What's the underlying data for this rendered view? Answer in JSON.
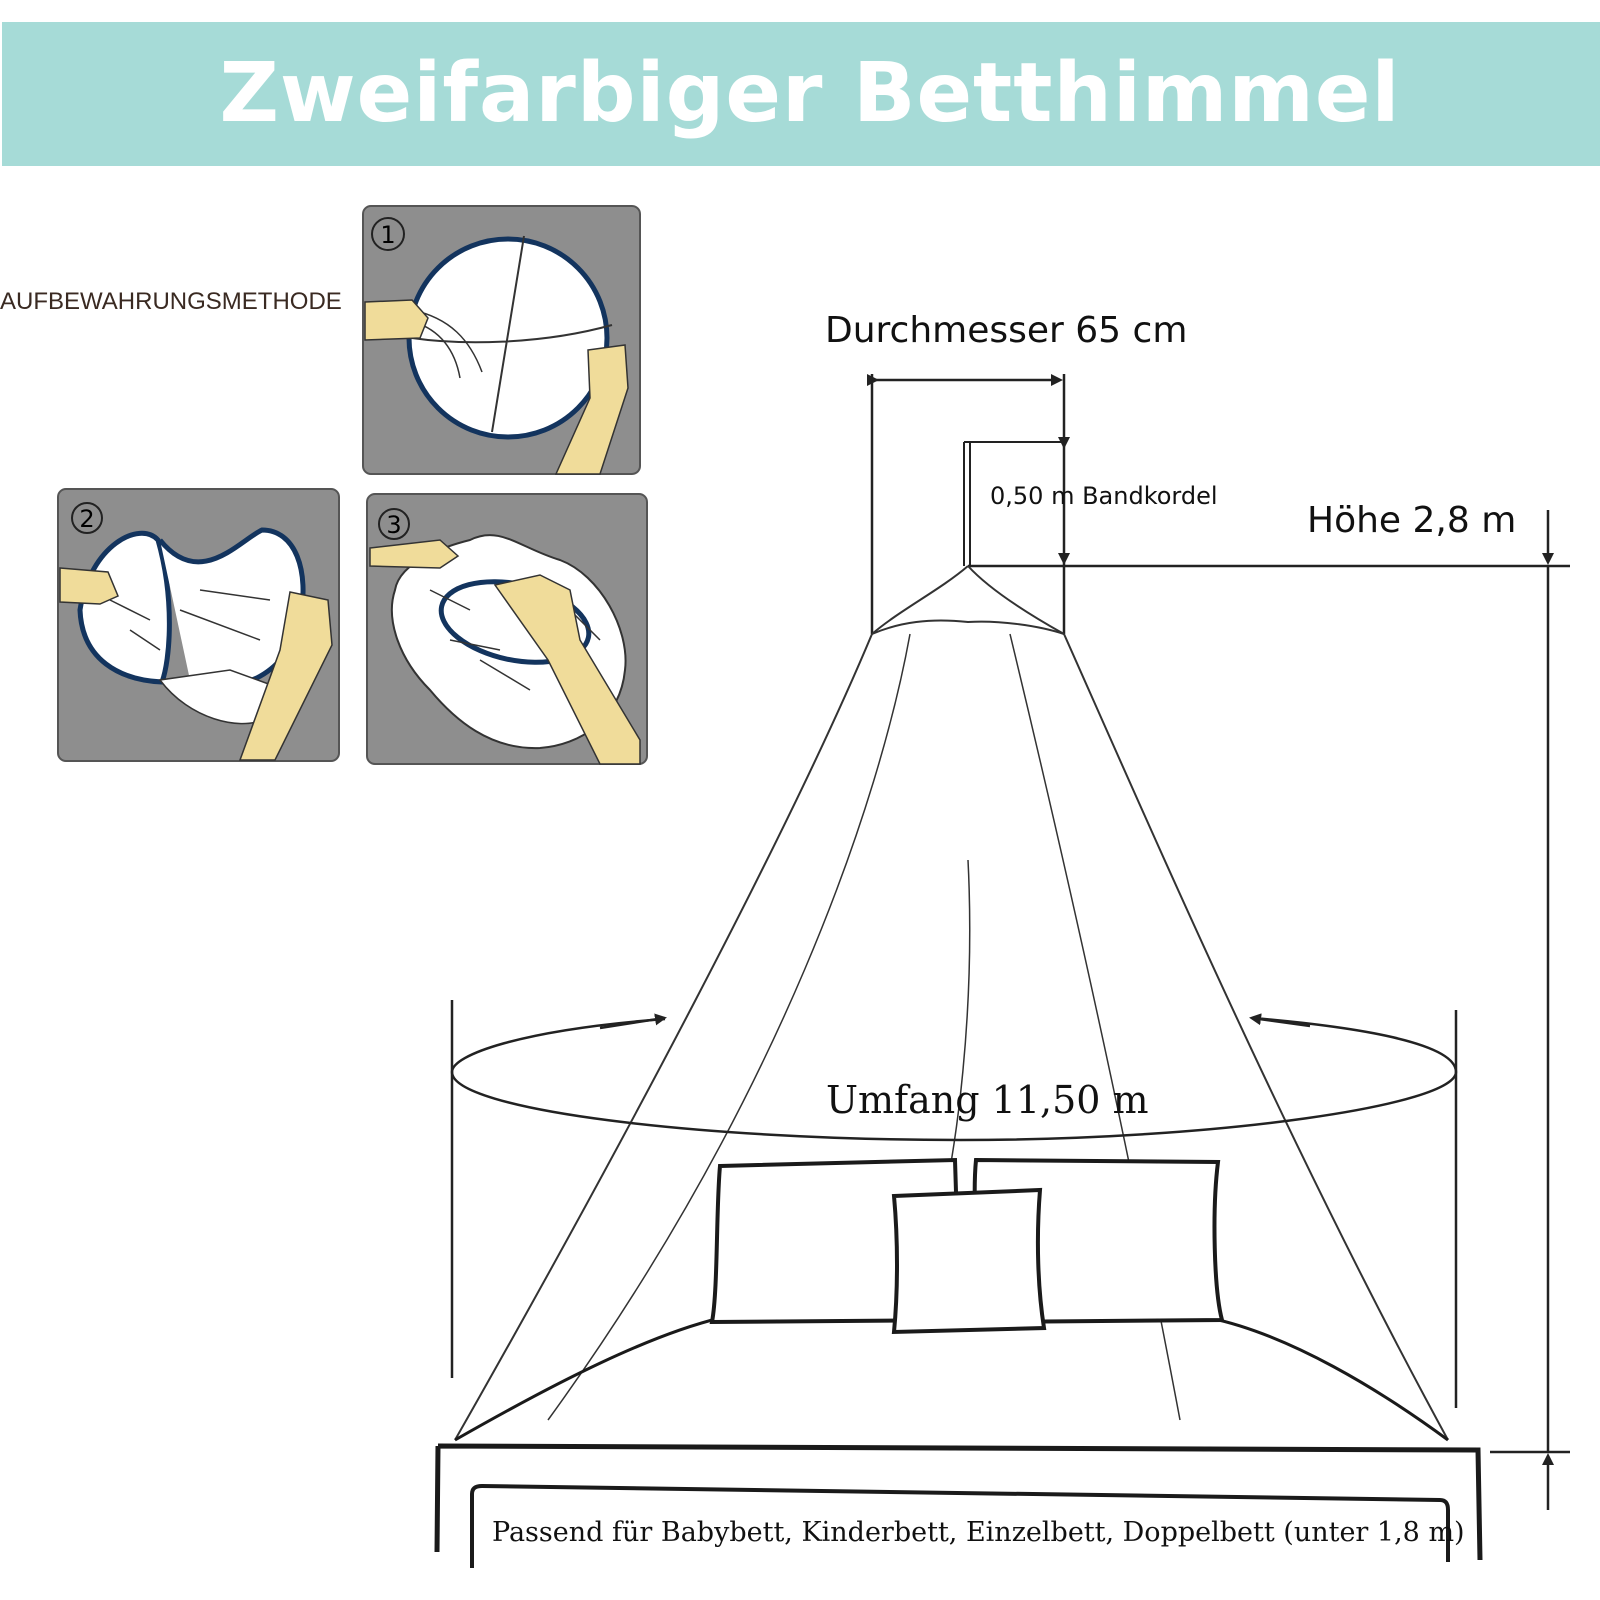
{
  "header": {
    "title": "Zweifarbiger Betthimmel"
  },
  "storage": {
    "label": "AUFBEWAHRUNGSMETHODE",
    "steps": [
      "1",
      "2",
      "3"
    ]
  },
  "dimensions": {
    "diameter": "Durchmesser 65 cm",
    "cord": "0,50 m Bandkordel",
    "height": "Höhe 2,8 m",
    "circumference": "Umfang 11,50 m",
    "fit": "Passend für Babybett, Kinderbett, Einzelbett, Doppelbett (unter 1,8 m)"
  },
  "colors": {
    "banner": "#a6dbd7",
    "panel": "#8e8e8e",
    "ring": "#13345e",
    "hand": "#f0dc9a",
    "line": "#222222"
  }
}
